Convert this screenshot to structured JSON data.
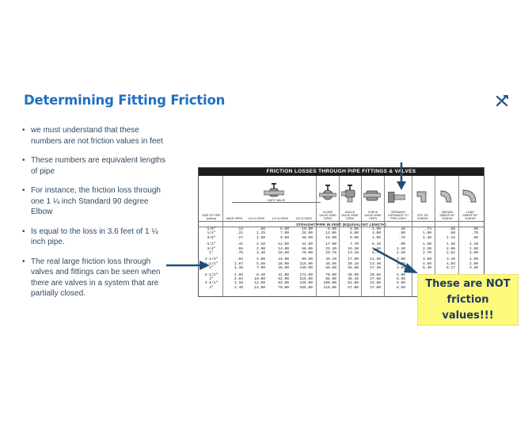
{
  "title": "Determining Fitting Friction",
  "bullets": [
    "we must understand that these numbers are not friction values in feet",
    "These numbers are equivalent lengths of pipe",
    "For instance, the friction loss through one 1 ¼ inch Standard 90 degree Elbow",
    "Is equal to the loss in 3.6 feet of 1 ¼ inch pipe.",
    "The real large friction loss through valves and fittings can be seen when there are valves in a system that are partially closed."
  ],
  "callout": {
    "text": "These are NOT friction values!!!",
    "background": "#fdf97a"
  },
  "colors": {
    "title": "#1f6fc4",
    "body_text": "#2e4a63",
    "arrow": "#1f4e79"
  },
  "logo": {
    "icon": "crossed-arrows-icon"
  },
  "table": {
    "header": "FRICTION LOSSES THROUGH PIPE FITTINGS & VALVES",
    "gate_group_label": "GATE VALVE",
    "subheader": "STRAIGHT PIPE IN FEET (EQUIVALENT LENGTH)",
    "columns": [
      "SIZE OF PIPE (inches)",
      "WIDE OPEN",
      "1/4 CLOSED",
      "1/2 CLOSED",
      "3/4 CLOSED",
      "GLOBE VALVE WIDE OPEN",
      "ANGLE VALVE WIDE OPEN",
      "CHECK VALVE WIDE OPEN",
      "ORDINARY ENTRANCE TO PIPE LINES",
      "STD. 90° ELBOW",
      "MEDIUM SWEEP 90° ELBOW",
      "LONG SWEEP 90° ELBOW"
    ],
    "rows": [
      [
        "1/8\"",
        ".14",
        ".85",
        "5.00",
        "19.00",
        "9.00",
        "5.00",
        "2.00",
        ".46",
        ".74",
        ".65",
        ".50"
      ],
      [
        "1/4\"",
        ".21",
        "1.25",
        "7.00",
        "28.00",
        "12.00",
        "6.00",
        "3.00",
        ".60",
        "1.00",
        ".88",
        ".70"
      ],
      [
        "3/8\"",
        ".27",
        "1.50",
        "9.00",
        "38.00",
        "16.00",
        "8.00",
        "4.00",
        ".75",
        "1.40",
        "1.15",
        ".90"
      ],
      [
        "1/2\"",
        ".41",
        "2.10",
        "12.00",
        "44.00",
        "17.60",
        "7.70",
        "5.10",
        ".90",
        "1.60",
        "1.55",
        "1.10"
      ],
      [
        "3/4\"",
        ".55",
        "2.90",
        "14.00",
        "58.00",
        "23.30",
        "10.30",
        "6.66",
        "1.40",
        "2.30",
        "2.06",
        "1.50"
      ],
      [
        "1\"",
        ".70",
        "3.40",
        "18.00",
        "79.00",
        "29.70",
        "13.10",
        "8.74",
        "1.50",
        "2.70",
        "2.62",
        "2.00"
      ],
      [
        "1-1/4\"",
        ".92",
        "4.80",
        "24.00",
        "99.00",
        "39.10",
        "17.80",
        "11.50",
        "2.50",
        "3.60",
        "3.45",
        "2.50"
      ],
      [
        "1-1/2\"",
        "1.07",
        "5.60",
        "28.00",
        "116.00",
        "45.60",
        "20.10",
        "13.40",
        "3.00",
        "4.50",
        "4.03",
        "2.90"
      ],
      [
        "2\"",
        "1.38",
        "7.00",
        "36.00",
        "149.00",
        "58.60",
        "25.80",
        "17.20",
        "3.50",
        "5.40",
        "5.17",
        "3.60"
      ],
      [
        "2-1/2\"",
        "1.65",
        "8.40",
        "41.00",
        "172.00",
        "70.00",
        "30.90",
        "20.60",
        "4.00",
        "",
        "",
        ""
      ],
      [
        "3\"",
        "2.04",
        "10.00",
        "52.00",
        "215.00",
        "86.90",
        "38.40",
        "27.50",
        "5.00",
        "",
        "",
        ""
      ],
      [
        "3-1/2\"",
        "2.10",
        "12.50",
        "63.00",
        "246.00",
        "100.00",
        "52.00",
        "24.60",
        "5.50",
        "",
        "",
        ""
      ],
      [
        "4\"",
        "2.40",
        "14.00",
        "70.00",
        "285.00",
        "116.00",
        "57.00",
        "27.00",
        "6.50",
        "",
        "",
        ""
      ]
    ]
  }
}
